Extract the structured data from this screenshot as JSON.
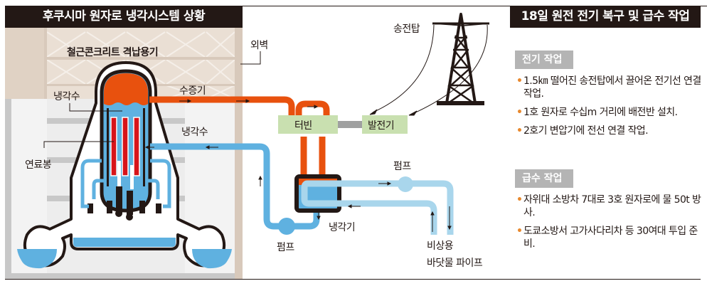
{
  "left_panel": {
    "title": "후쿠시마 원자로 냉각시스템 상황",
    "labels": {
      "containment": "철근콘크리트 격납용기",
      "outer_wall": "외벽",
      "coolant_top": "냉각수",
      "steam": "수증기",
      "coolant_return": "냉각수",
      "fuel_rods": "연료봉",
      "turbine": "터빈",
      "generator": "발전기",
      "transmission_tower": "송전탑",
      "condenser": "냉각기",
      "pump_main": "펌프",
      "pump_emergency": "펌프",
      "emergency_pipe_line1": "비상용",
      "emergency_pipe_line2": "바닷물 파이프"
    }
  },
  "right_panel": {
    "title": "18일 원전 전기 복구 및 급수 작업",
    "sections": [
      {
        "tag": "전기 작업",
        "items": [
          "1.5㎞ 떨어진 송전탑에서 끌어온 전기선 연결 작업.",
          "1호 원자로 수십m 거리에 배전반 설치.",
          "2호기 변압기에 전선 연결 작업."
        ]
      },
      {
        "tag": "급수 작업",
        "items": [
          "자위대 소방차 7대로 3호 원자로에 물 50t 방사.",
          "도쿄소방서 고가사다리차 등 30여대 투입 준비."
        ]
      }
    ],
    "bullet_glyph": "•"
  },
  "colors": {
    "steam": "#e8510e",
    "coolant": "#5fb1e0",
    "seawater": "#a9d6ec",
    "fuel_rod": "#d7141a",
    "component_box": "#c9e0b0",
    "title_bg": "#231815",
    "tag_bg": "#b4b4b4",
    "bullet": "#e8892e"
  }
}
